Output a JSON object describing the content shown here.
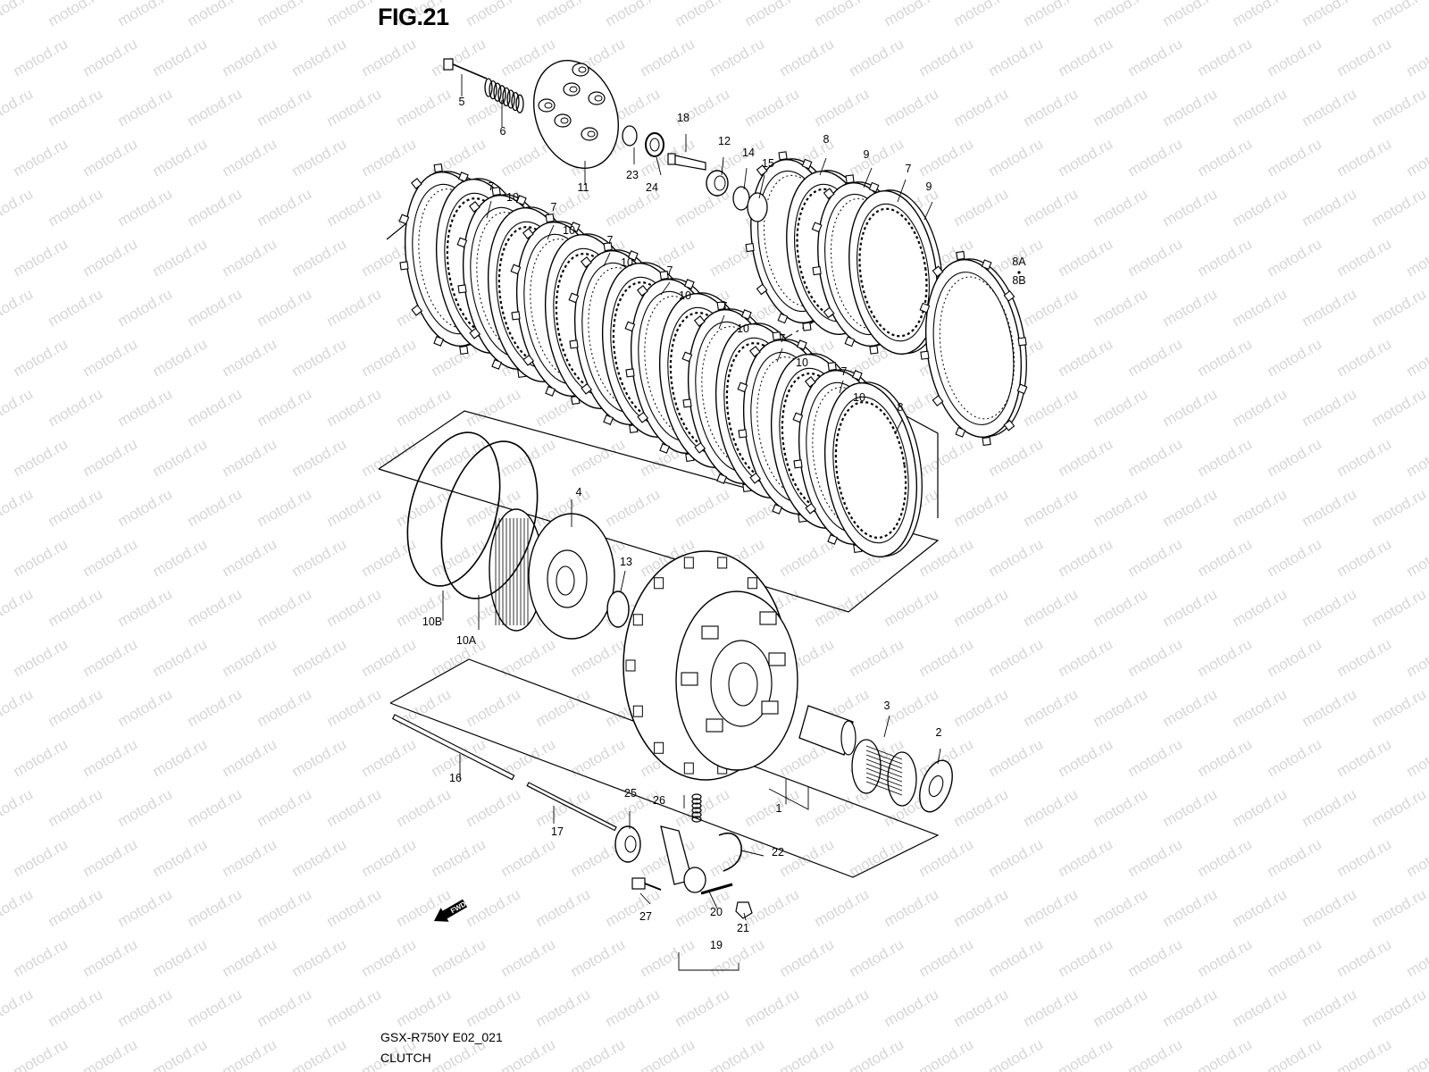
{
  "figure": {
    "title": "FIG.21",
    "model_code": "GSX-R750Y E02_021",
    "name": "CLUTCH",
    "watermark": "motod.ru",
    "direction_label": "FWD"
  },
  "callouts": [
    "1",
    "2",
    "3",
    "4",
    "5",
    "6",
    "7",
    "8",
    "8A",
    "8B",
    "9",
    "10",
    "10A",
    "10B",
    "11",
    "12",
    "13",
    "14",
    "15",
    "16",
    "17",
    "18",
    "19",
    "20",
    "21",
    "22",
    "23",
    "24",
    "25",
    "26",
    "27"
  ],
  "colors": {
    "ink": "#000000",
    "watermark": "#d7d7d7",
    "background": "#ffffff"
  }
}
